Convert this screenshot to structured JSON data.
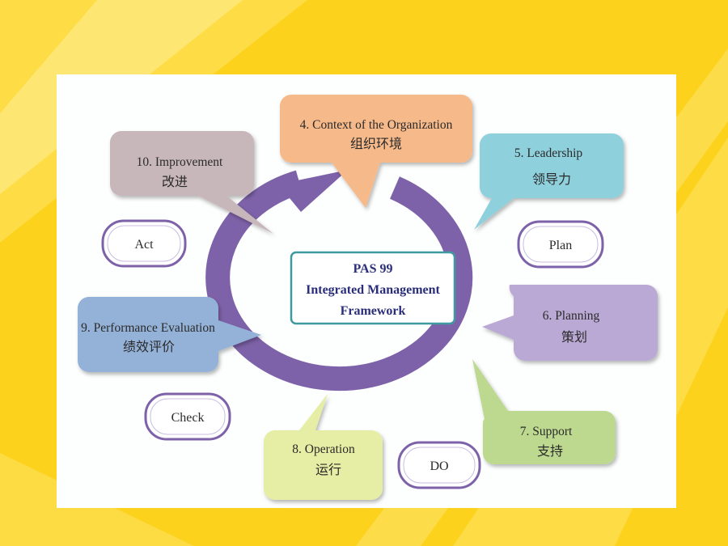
{
  "center": {
    "line1": "PAS 99",
    "line2": "Integrated Management",
    "line3": "Framework"
  },
  "bubbles": {
    "context": {
      "en": "4. Context of the Organization",
      "zh": "组织环境",
      "color": "#f6b98a"
    },
    "leadership": {
      "en": "5. Leadership",
      "zh": "领导力",
      "color": "#8fd0dd"
    },
    "planning": {
      "en": "6. Planning",
      "zh": "策划",
      "color": "#b9a9d4"
    },
    "support": {
      "en": "7. Support",
      "zh": "支持",
      "color": "#bcd98f"
    },
    "operation": {
      "en": "8. Operation",
      "zh": "运行",
      "color": "#e6eda4"
    },
    "performance": {
      "en": "9. Performance Evaluation",
      "zh": "绩效评价",
      "color": "#94b1d8"
    },
    "improvement": {
      "en": "10. Improvement",
      "zh": "改进",
      "color": "#c8b7ba"
    }
  },
  "phases": {
    "act": "Act",
    "plan": "Plan",
    "check": "Check",
    "do": "DO"
  },
  "colors": {
    "cycle_arrow": "#7e62a9",
    "phase_border": "#7e62a9",
    "center_border": "#3e9a9f",
    "background": "#fcd824"
  }
}
